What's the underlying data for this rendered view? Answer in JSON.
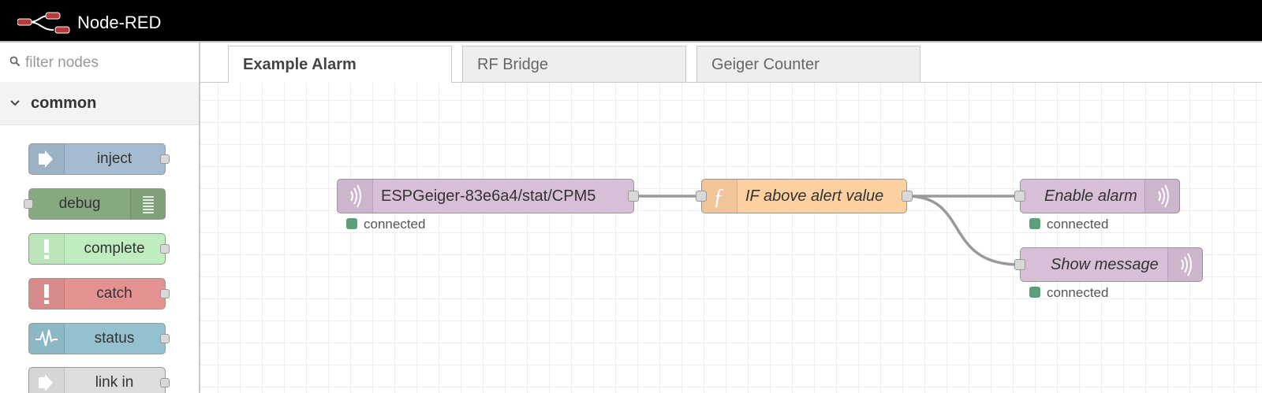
{
  "app": {
    "title": "Node-RED"
  },
  "palette": {
    "filter_placeholder": "filter nodes",
    "category": "common",
    "nodes": [
      {
        "label": "inject",
        "color": "#a6bbcf"
      },
      {
        "label": "debug",
        "color": "#87a980"
      },
      {
        "label": "complete",
        "color": "#c0edc0"
      },
      {
        "label": "catch",
        "color": "#e49191"
      },
      {
        "label": "status",
        "color": "#94c1d0"
      },
      {
        "label": "link in",
        "color": "#dddddd"
      }
    ]
  },
  "tabs": [
    {
      "label": "Example Alarm",
      "active": true
    },
    {
      "label": "RF Bridge",
      "active": false
    },
    {
      "label": "Geiger Counter",
      "active": false
    }
  ],
  "flow": {
    "nodes": [
      {
        "label": "ESPGeiger-83e6a4/stat/CPM5",
        "type": "mqtt in",
        "color": "#d8bfd8",
        "status": "connected"
      },
      {
        "label": "IF above alert value",
        "type": "function",
        "color": "#fdd0a2"
      },
      {
        "label": "Enable alarm",
        "type": "mqtt out",
        "color": "#d8bfd8",
        "status": "connected"
      },
      {
        "label": "Show message",
        "type": "mqtt out",
        "color": "#d8bfd8",
        "status": "connected"
      }
    ],
    "status_color": "#5a9e7a"
  }
}
